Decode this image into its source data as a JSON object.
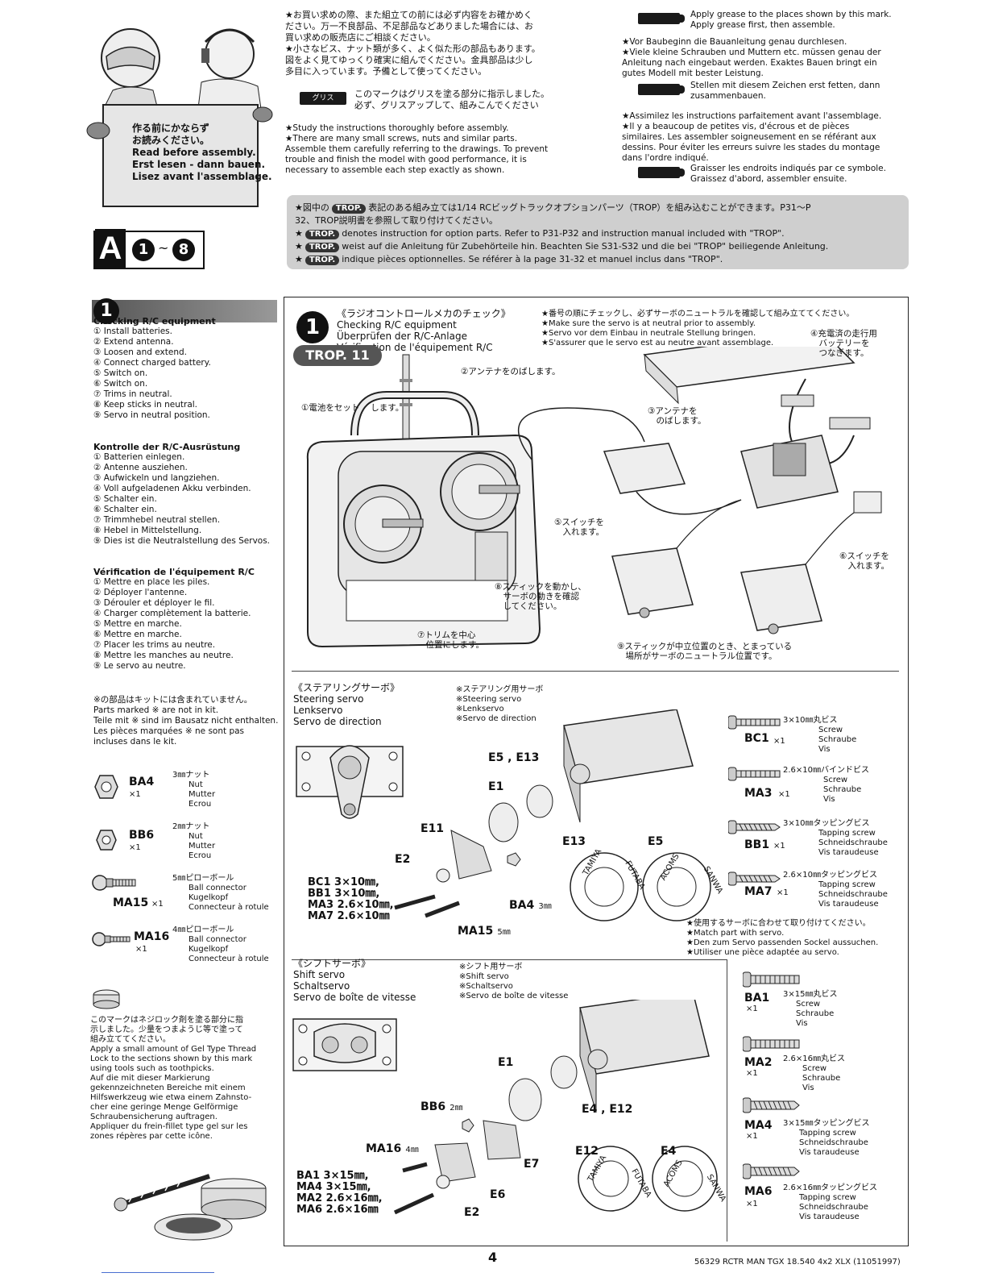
{
  "intro": {
    "sign_lines": [
      "作る前にかならず",
      "お読みください。",
      "Read before assembly.",
      "Erst lesen - dann bauen.",
      "Lisez avant l'assemblage."
    ],
    "jp_lines": [
      "★お買い求めの際、また組立ての前には必ず内容をお確かめく",
      "ださい。万一不良部品、不足部品などありました場合には、お",
      "買い求めの販売店にご相談ください。",
      "★小さなビス、ナット類が多く、よく似た形の部品もあります。",
      "図をよく見てゆっくり確実に組んでください。金具部品は少し",
      "多目に入っています。予備として使ってください。"
    ],
    "grease_label": "グリス",
    "grease_jp_lines": [
      "このマークはグリスを塗る部分に指示しました。",
      "必ず、グリスアップして、組みこんでください"
    ],
    "en_lines": [
      "★Study the instructions thoroughly before assembly.",
      "★There are many small screws, nuts and similar parts.",
      "Assemble them carefully referring to the drawings. To prevent",
      "trouble and finish the model with good performance, it is",
      "necessary to assemble each step exactly as shown."
    ],
    "grease_en_lines": [
      "Apply grease to the places shown by this mark.",
      "Apply grease first, then assemble."
    ],
    "de_lines": [
      "★Vor Baubeginn die Bauanleitung genau durchlesen.",
      "★Viele kleine Schrauben und Muttern etc. müssen genau der",
      "Anleitung nach eingebaut werden. Exaktes Bauen bringt ein",
      "gutes Modell mit bester Leistung."
    ],
    "grease_de_lines": [
      "Stellen mit diesem Zeichen erst fetten, dann",
      "zusammenbauen."
    ],
    "fr_lines": [
      "★Assimilez les instructions parfaitement avant l'assemblage.",
      "★Il y a beaucoup de petites vis, d'écrous et de pièces",
      "similaires. Les assembler soigneusement en se référant aux",
      "dessins. Pour éviter les erreurs suivre les stades du montage",
      "dans l'ordre indiqué."
    ],
    "grease_fr_lines": [
      "Graisser les endroits indiqués par ce symbole.",
      "Graissez d'abord, assembler ensuite."
    ]
  },
  "trop_notice": {
    "badge": "TROP.",
    "jp_prefix": "★図中の",
    "jp_rest": "表記のある組み立ては1/14 RCビッグトラックオプションパーツ（TROP）を組み込むことができます。P31〜P",
    "jp_line2": "32、TROP説明書を参照して取り付けてください。",
    "en": "denotes instruction for option parts. Refer to P31-P32 and instruction manual included with \"TROP\".",
    "de": "weist auf die Anleitung für Zubehörteile hin. Beachten Sie S31-S32 und die bei \"TROP\" beiliegende Anleitung.",
    "fr": "indique pièces optionnelles. Se référer à la page 31-32 et manuel inclus dans \"TROP\"."
  },
  "section": {
    "letter": "A",
    "from": "1",
    "sep": "~",
    "to": "8"
  },
  "step1": {
    "number": "1",
    "en_title": "Checking R/C equipment",
    "en_items": [
      "① Install batteries.",
      "② Extend antenna.",
      "③ Loosen and extend.",
      "④ Connect charged battery.",
      "⑤ Switch on.",
      "⑥ Switch on.",
      "⑦ Trims in neutral.",
      "⑧ Keep sticks in neutral.",
      "⑨ Servo in neutral position."
    ],
    "de_title": "Kontrolle der R/C-Ausrüstung",
    "de_items": [
      "① Batterien einlegen.",
      "② Antenne ausziehen.",
      "③ Aufwickeln und langziehen.",
      "④ Voll aufgeladenen Akku verbinden.",
      "⑤ Schalter ein.",
      "⑥ Schalter ein.",
      "⑦ Trimmhebel neutral stellen.",
      "⑧ Hebel in Mittelstellung.",
      "⑨ Dies ist die Neutralstellung des Servos."
    ],
    "fr_title": "Vérification de l'équipement R/C",
    "fr_items": [
      "① Mettre en place les piles.",
      "② Déployer l'antenne.",
      "③ Dérouler et déployer le fil.",
      "④ Charger complètement la batterie.",
      "⑤ Mettre en marche.",
      "⑥ Mettre en marche.",
      "⑦ Placer les trims au neutre.",
      "⑧ Mettre les manches au neutre.",
      "⑨ Le servo au neutre."
    ],
    "notkit_lines": [
      "※の部品はキットには含まれていません。",
      "Parts marked ※ are not in kit.",
      "Teile mit ※ sind im Bausatz nicht enthalten.",
      "Les pièces marquées ※ ne sont pas incluses dans le kit."
    ],
    "header_jp": "《ラジオコントロールメカのチェック》",
    "header_en": "Checking R/C equipment",
    "header_de": "Überprüfen der R/C-Anlage",
    "header_fr": "Vérification de l'équipement R/C",
    "neutral_lines": [
      "★番号の順にチェックし、必ずサーボのニュートラルを確認して組み立ててください。",
      "★Make sure the servo is at neutral prior to assembly.",
      "★Servo vor dem Einbau in neutrale Stellung bringen.",
      "★S'assurer que le servo est au neutre avant assemblage."
    ],
    "trop_tag": "TROP. 11",
    "callouts": {
      "c1": "①電池をセット\n　します。",
      "c2": "②アンテナをのばします。",
      "c3": "③アンテナを\n　のばします。",
      "c4": "④充電済の走行用\n　バッテリーを\n　つなぎます。",
      "c5": "⑤スイッチを\n　入れます。",
      "c6": "⑥スイッチを\n　入れます。",
      "c7": "⑦トリムを中心\n　位置にします。",
      "c8": "⑧スティックを動かし、\n　サーボの動きを確認\n　してください。",
      "c9": "⑨スティックが中立位置のとき、とまっている\n　場所がサーボのニュートラル位置です。"
    }
  },
  "parts_left": [
    {
      "code": "BA4",
      "qty": "×1",
      "lines": [
        "3㎜ナット",
        "Nut",
        "Mutter",
        "Ecrou"
      ]
    },
    {
      "code": "BB6",
      "qty": "×1",
      "lines": [
        "2㎜ナット",
        "Nut",
        "Mutter",
        "Ecrou"
      ]
    },
    {
      "code": "MA15",
      "qty": "×1",
      "lines": [
        "5㎜ピローボール",
        "Ball connector",
        "Kugelkopf",
        "Connecteur à rotule"
      ]
    },
    {
      "code": "MA16",
      "qty": "×1",
      "lines": [
        "4㎜ピローボール",
        "Ball connector",
        "Kugelkopf",
        "Connecteur à rotule"
      ]
    }
  ],
  "threadlock_lines": [
    "このマークはネジロック剤を塗る部分に指",
    "示しました。少量をつまようじ等で塗って",
    "組み立ててください。",
    "Apply a small amount of Gel Type Thread",
    "Lock to the sections shown by this mark",
    "using tools such as toothpicks.",
    "Auf die mit dieser Markierung",
    "gekennzeichneten Bereiche mit einem",
    "Hilfswerkzeug wie etwa einem Zahnsto-",
    "cher eine geringe Menge Gelförmige",
    "Schraubensicherung auftragen.",
    "Appliquer du frein-fillet type gel sur les",
    "zones répères par cette icône."
  ],
  "steering": {
    "header_lines": [
      "《ステアリングサーボ》",
      "Steering servo",
      "Lenkservo",
      "Servo de direction"
    ],
    "servo_note": [
      "※ステアリング用サーボ",
      "※Steering servo",
      "※Lenkservo",
      "※Servo de direction"
    ],
    "labels": {
      "e5e13": "E5 , E13",
      "e1": "E1",
      "e11": "E11",
      "e2": "E2",
      "e13": "E13",
      "e5": "E5",
      "ba4": "BA4",
      "ba4_size": "3㎜",
      "ma15": "MA15",
      "ma15_size": "5㎜"
    },
    "screws_block": [
      "BC1  3×10㎜,",
      "BB1  3×10㎜,",
      "MA3  2.6×10㎜,",
      "MA7  2.6×10㎜"
    ],
    "horn_e13": [
      "TAMIYA",
      "FUTABA"
    ],
    "horn_e5": [
      "ACOMS",
      "SANWA"
    ],
    "match_lines": [
      "★使用するサーボに合わせて取り付けてください。",
      "★Match part with servo.",
      "★Den zum Servo passenden Sockel aussuchen.",
      "★Utiliser une pièce adaptée au servo."
    ]
  },
  "steering_parts": [
    {
      "code": "BC1",
      "qty": "×1",
      "lines": [
        "3×10㎜丸ビス",
        "Screw",
        "Schraube",
        "Vis"
      ]
    },
    {
      "code": "MA3",
      "qty": "×1",
      "lines": [
        "2.6×10㎜バインドビス",
        "Screw",
        "Schraube",
        "Vis"
      ]
    },
    {
      "code": "BB1",
      "qty": "×1",
      "lines": [
        "3×10㎜タッピングビス",
        "Tapping screw",
        "Schneidschraube",
        "Vis taraudeuse"
      ]
    },
    {
      "code": "MA7",
      "qty": "×1",
      "lines": [
        "2.6×10㎜タッピングビス",
        "Tapping screw",
        "Schneidschraube",
        "Vis taraudeuse"
      ]
    }
  ],
  "shift": {
    "header_lines": [
      "《シフトサーボ》",
      "Shift servo",
      "Schaltservo",
      "Servo de boîte de vitesse"
    ],
    "servo_note": [
      "※シフト用サーボ",
      "※Shift servo",
      "※Schaltservo",
      "※Servo de boîte de vitesse"
    ],
    "labels": {
      "e1": "E1",
      "e4e12": "E4 , E12",
      "bb6": "BB6",
      "bb6_size": "2㎜",
      "ma16": "MA16",
      "ma16_size": "4㎜",
      "e7": "E7",
      "e6": "E6",
      "e2": "E2",
      "e12": "E12",
      "e4": "E4"
    },
    "screws_block": [
      "BA1  3×15㎜,",
      "MA4  3×15㎜,",
      "MA2  2.6×16㎜,",
      "MA6  2.6×16㎜"
    ],
    "horn_e12": [
      "TAMIYA",
      "FUTABA"
    ],
    "horn_e4": [
      "ACOMS",
      "SANWA"
    ]
  },
  "shift_parts": [
    {
      "code": "BA1",
      "qty": "×1",
      "lines": [
        "3×15㎜丸ビス",
        "Screw",
        "Schraube",
        "Vis"
      ]
    },
    {
      "code": "MA2",
      "qty": "×1",
      "lines": [
        "2.6×16㎜丸ビス",
        "Screw",
        "Schraube",
        "Vis"
      ]
    },
    {
      "code": "MA4",
      "qty": "×1",
      "lines": [
        "3×15㎜タッピングビス",
        "Tapping screw",
        "Schneidschraube",
        "Vis taraudeuse"
      ]
    },
    {
      "code": "MA6",
      "qty": "×1",
      "lines": [
        "2.6×16㎜タッピングビス",
        "Tapping screw",
        "Schneidschraube",
        "Vis taraudeuse"
      ]
    }
  ],
  "footer": {
    "page_number": "4",
    "product": "56329 RCTR MAN TGX 18.540 4x2 XLX (11051997)"
  }
}
